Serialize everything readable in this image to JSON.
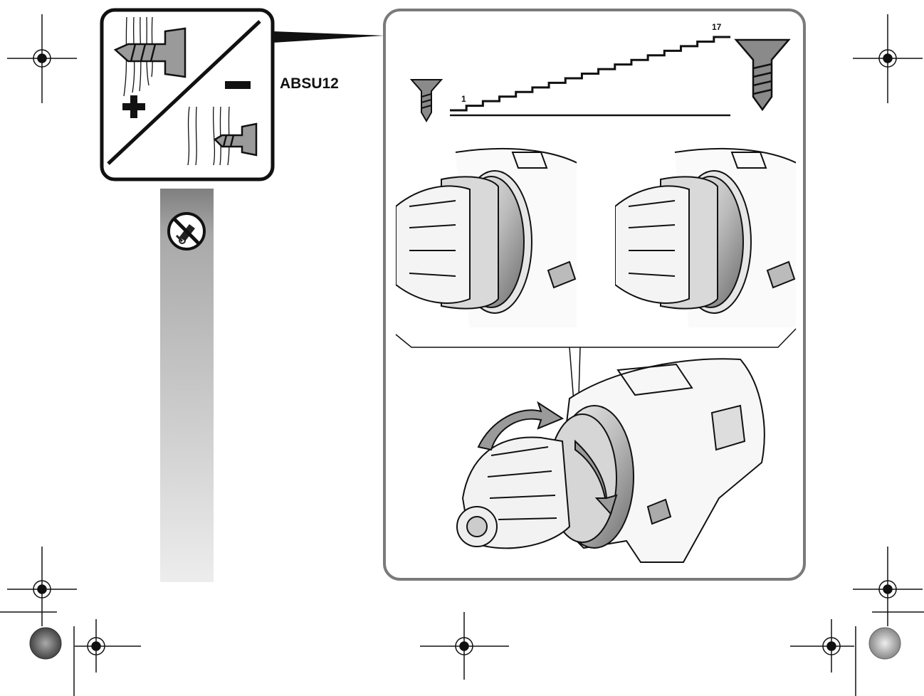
{
  "model_label": "ABSU12",
  "torque_scale": {
    "min_label": "1",
    "max_label": "17",
    "steps": 17
  },
  "detail_box": {
    "plus_symbol": "+",
    "minus_symbol": "−"
  },
  "side_strip": {
    "icon": "no-drilling-symbol-icon"
  },
  "panel_sections": [
    "torque-step-scale",
    "clutch-ring-view-left",
    "clutch-ring-view-right",
    "drill-chuck-rotation-view"
  ],
  "colors": {
    "ink": "#111111",
    "frame": "#2a2a2a",
    "panel_border": "#7a7a7a",
    "strip_top": "#8e8e8e",
    "strip_bottom": "#e9e9e9"
  }
}
